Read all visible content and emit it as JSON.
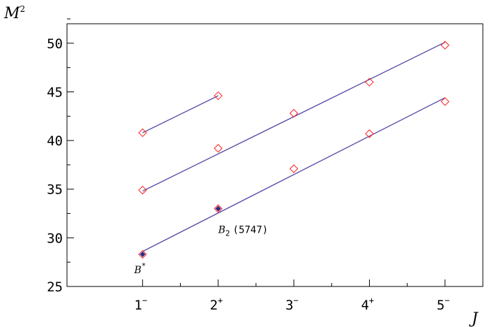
{
  "chart_data": {
    "type": "scatter",
    "xlabel": "J",
    "ylabel": "M",
    "ylabel_superscript": "2",
    "xlim": [
      0,
      5.5
    ],
    "ylim": [
      25,
      52
    ],
    "yticks": [
      "25",
      "30",
      "35",
      "40",
      "45",
      "50"
    ],
    "xticks": [
      {
        "value": 1,
        "base": "1",
        "sup": "−"
      },
      {
        "value": 2,
        "base": "2",
        "sup": "+"
      },
      {
        "value": 3,
        "base": "3",
        "sup": "−"
      },
      {
        "value": 4,
        "base": "4",
        "sup": "+"
      },
      {
        "value": 5,
        "base": "5",
        "sup": "−"
      }
    ],
    "marker_color": "#ff2020",
    "line_color": "#5a4fa8",
    "experimental_color": "#2a2a8a",
    "series": [
      {
        "points": [
          [
            1,
            40.8
          ],
          [
            2,
            44.6
          ]
        ],
        "fit": [
          [
            1,
            40.8
          ],
          [
            2,
            44.6
          ]
        ]
      },
      {
        "points": [
          [
            1,
            34.9
          ],
          [
            2,
            39.2
          ],
          [
            3,
            42.8
          ],
          [
            4,
            46.0
          ],
          [
            5,
            49.8
          ]
        ],
        "fit": [
          [
            1,
            34.8
          ],
          [
            5,
            50.1
          ]
        ]
      },
      {
        "points": [
          [
            1,
            28.3
          ],
          [
            2,
            33.0
          ],
          [
            3,
            37.1
          ],
          [
            4,
            40.7
          ],
          [
            5,
            44.0
          ]
        ],
        "fit": [
          [
            1,
            28.6
          ],
          [
            5,
            44.4
          ]
        ]
      }
    ],
    "experimental": [
      [
        1,
        28.3
      ],
      [
        2,
        33.0
      ]
    ],
    "annotations": [
      {
        "base": "B",
        "sub": "",
        "sup": "*",
        "rest": "",
        "x": 1,
        "y": 28.3
      },
      {
        "base": "B",
        "sub": "2",
        "sup": "",
        "rest": "(5747)",
        "x": 2,
        "y": 33.0
      }
    ]
  }
}
